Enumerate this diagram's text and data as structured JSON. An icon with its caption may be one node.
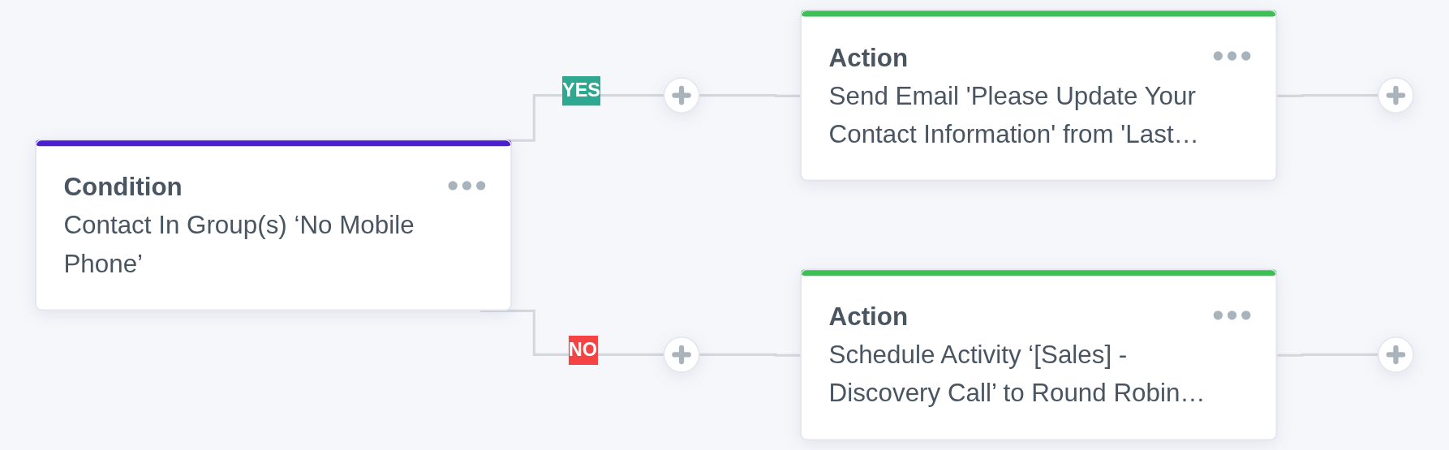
{
  "diagram": {
    "nodes": [
      {
        "text": [
          "Condition",
          "Contact In Group(s) ‘No Mobile Phone’"
        ]
      },
      {
        "text": [],
        "shape": "circle"
      },
      {
        "text": [
          "Action",
          "Send Email 'Please Update Your Contact Information' from 'Last…"
        ]
      },
      {
        "text": [],
        "shape": "circle"
      },
      {
        "text": [],
        "shape": "circle"
      },
      {
        "text": [
          "Action",
          "Schedule Activity ‘[Sales] - Discovery Call’ to Round Robin…"
        ]
      },
      {
        "text": [],
        "shape": "circle"
      }
    ],
    "edges": [
      {
        "from": 0,
        "to": 1,
        "arrow": "none",
        "label": "YES"
      },
      {
        "from": 0,
        "to": 4,
        "arrow": "none",
        "label": "NO"
      },
      {
        "from": 1,
        "to": 2,
        "arrow": "none"
      },
      {
        "from": 2,
        "to": 3,
        "arrow": "none"
      },
      {
        "from": 4,
        "to": 5,
        "arrow": "none"
      },
      {
        "from": 5,
        "to": 6,
        "arrow": "none"
      }
    ]
  }
}
